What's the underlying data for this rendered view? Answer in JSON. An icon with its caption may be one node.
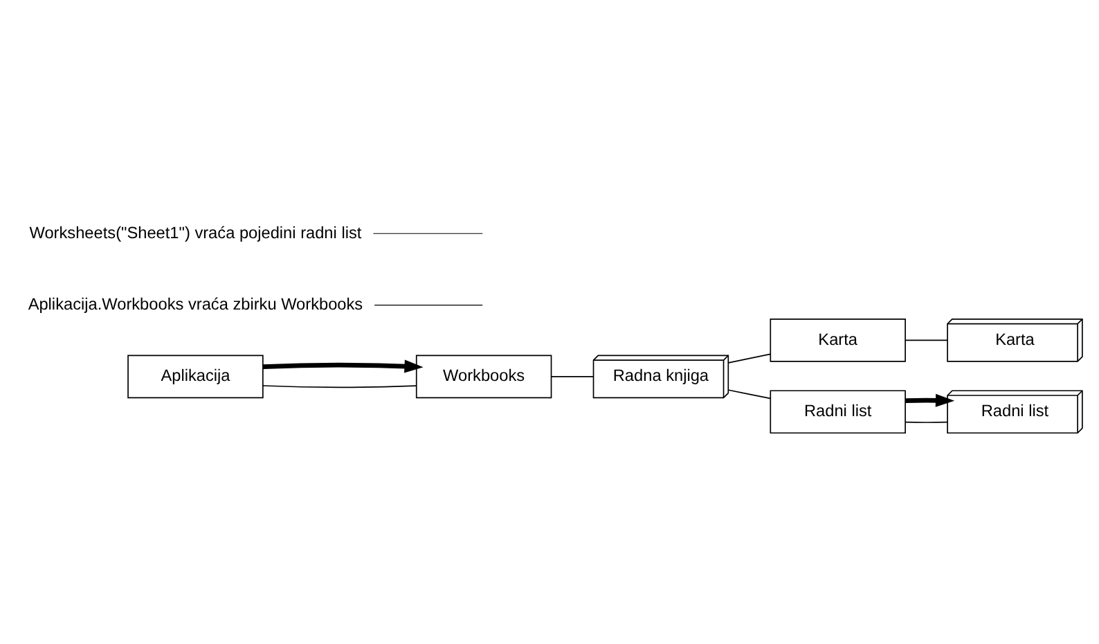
{
  "diagram": {
    "nodes": [
      {
        "text": [
          "Aplikacija"
        ]
      },
      {
        "text": [
          "Workbooks"
        ]
      },
      {
        "text": [
          "Radna knjiga"
        ]
      },
      {
        "text": [
          "Karta"
        ]
      },
      {
        "text": [
          "Karta"
        ]
      },
      {
        "text": [
          "Radni list"
        ]
      },
      {
        "text": [
          "Radni list"
        ]
      },
      {
        "text": [
          "Aplikacija.Workbooks vraća zbirku Workbooks"
        ]
      },
      {
        "text": [
          "Worksheets(\"Sheet1\") vraća pojedini radni list"
        ]
      }
    ],
    "edges": [
      {
        "from": 0,
        "to": 1,
        "arrow": "none"
      },
      {
        "from": 0,
        "to": 1,
        "arrow": "to",
        "style": "thick"
      },
      {
        "from": 1,
        "to": 2,
        "arrow": "none"
      },
      {
        "from": 2,
        "to": 3,
        "arrow": "none"
      },
      {
        "from": 2,
        "to": 5,
        "arrow": "none"
      },
      {
        "from": 3,
        "to": 4,
        "arrow": "none"
      },
      {
        "from": 5,
        "to": 6,
        "arrow": "none"
      },
      {
        "from": 5,
        "to": 6,
        "arrow": "to",
        "style": "thick"
      },
      {
        "from": 7,
        "to": null,
        "arrow": "none"
      },
      {
        "from": 8,
        "to": null,
        "arrow": "none"
      }
    ]
  }
}
